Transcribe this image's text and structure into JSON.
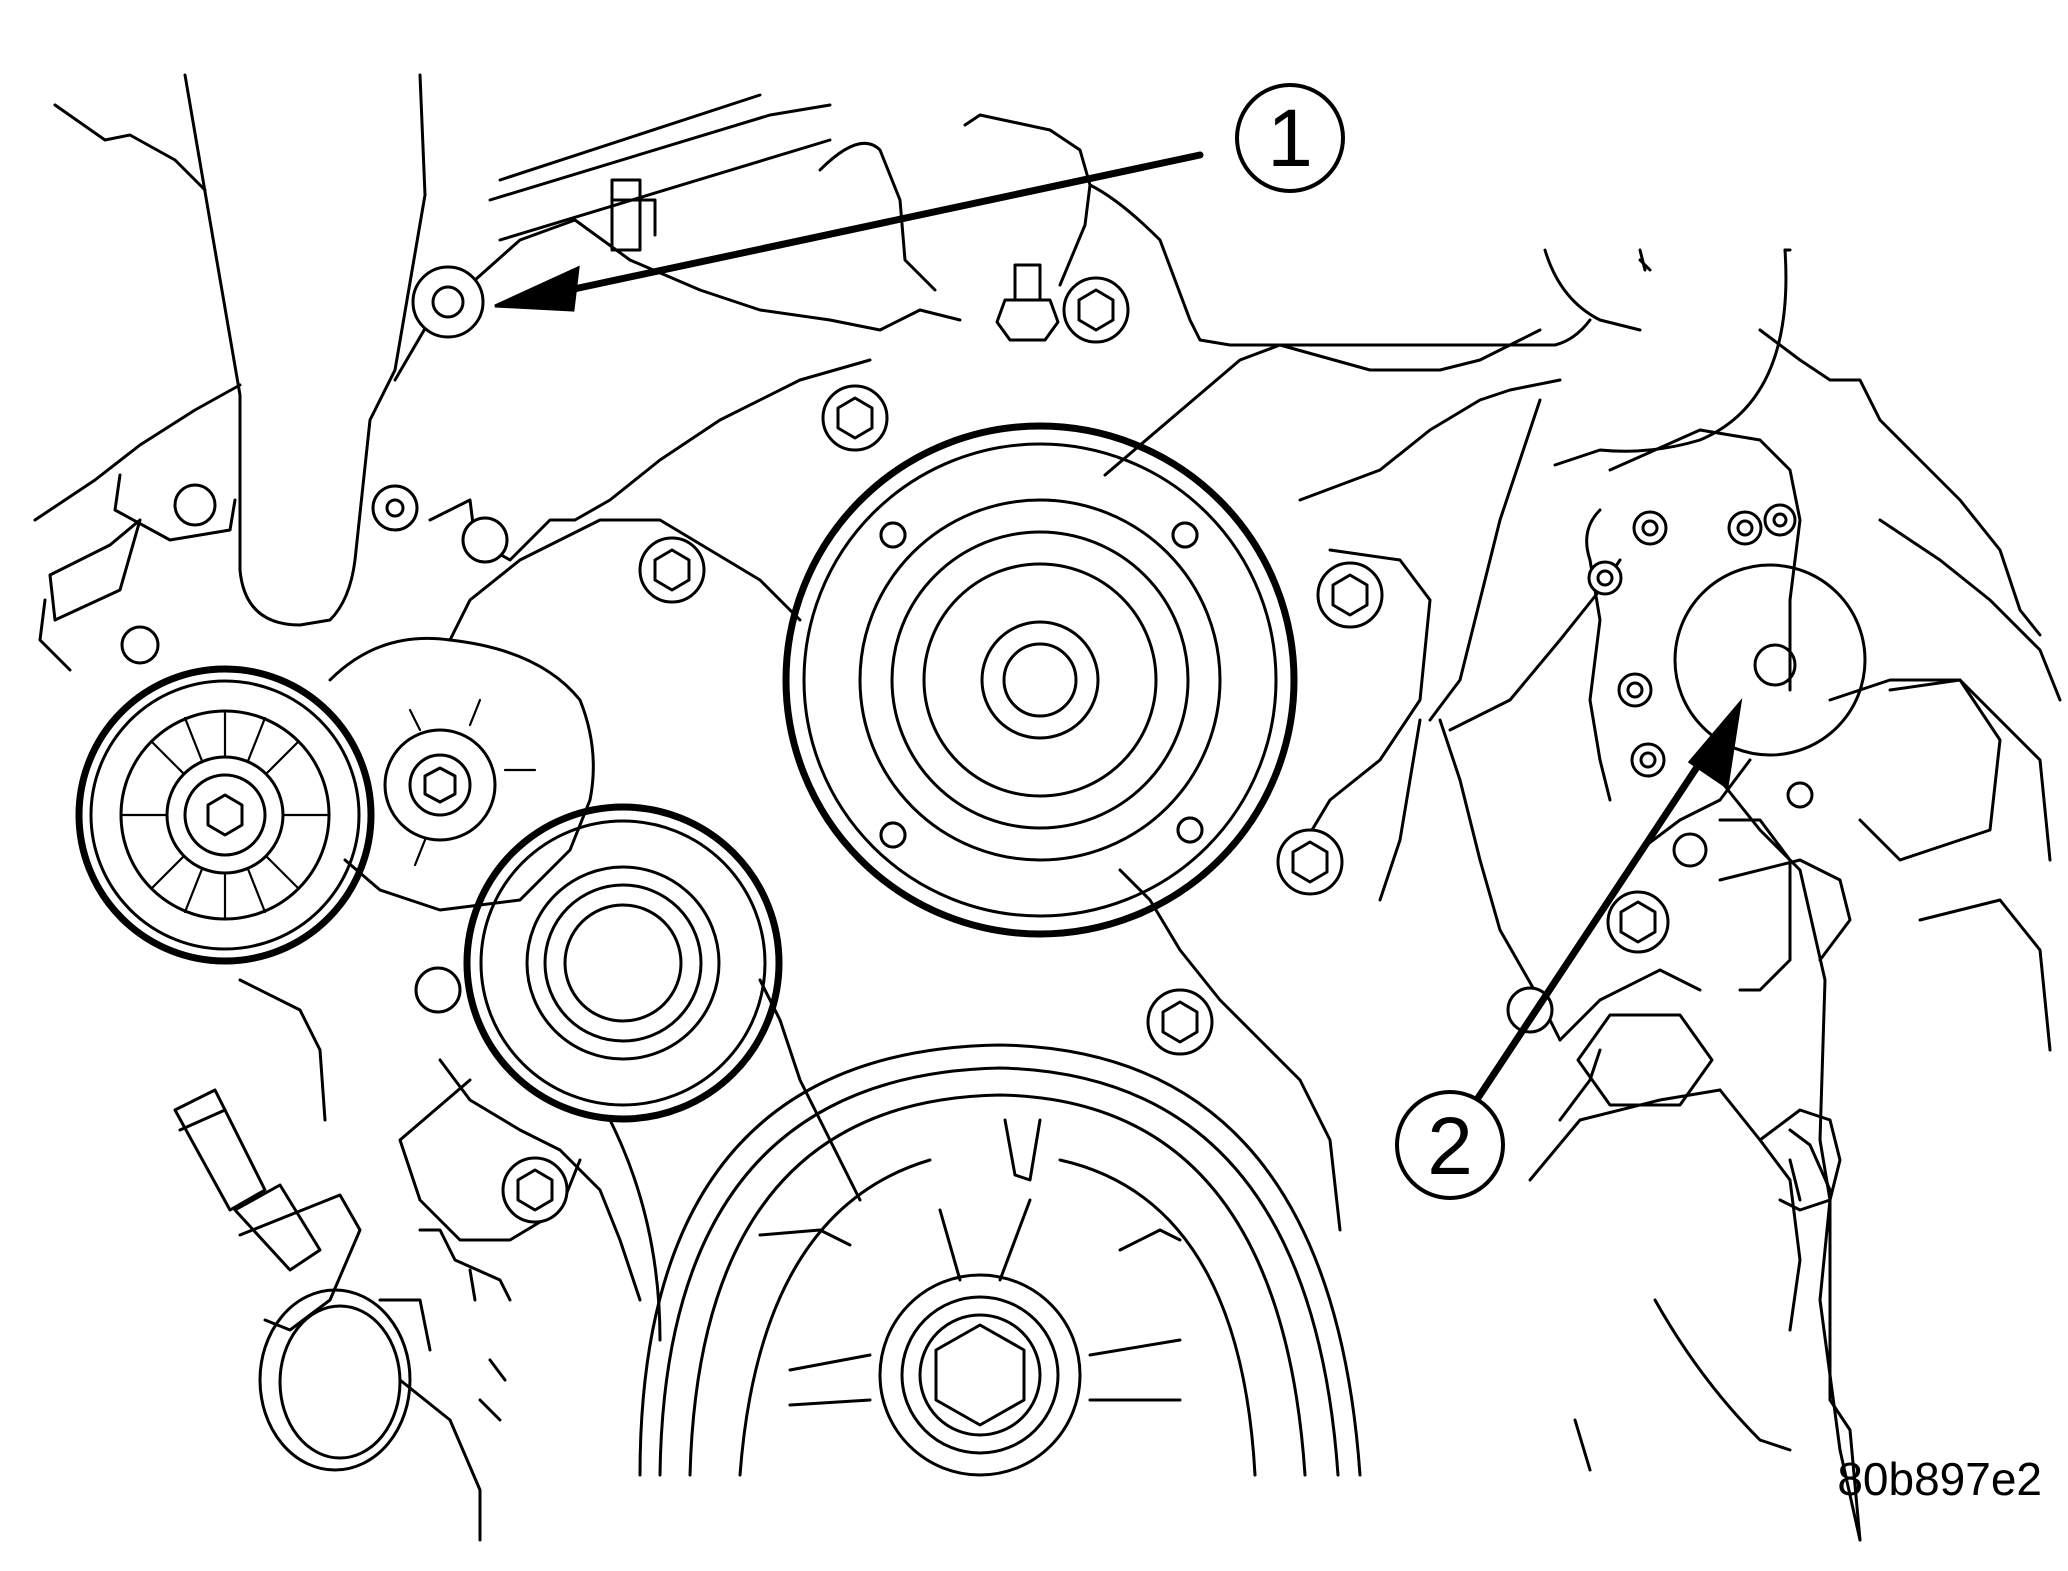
{
  "callouts": [
    {
      "id": "callout-1",
      "label": "1"
    },
    {
      "id": "callout-2",
      "label": "2"
    }
  ],
  "figure_code": "80b897e2"
}
